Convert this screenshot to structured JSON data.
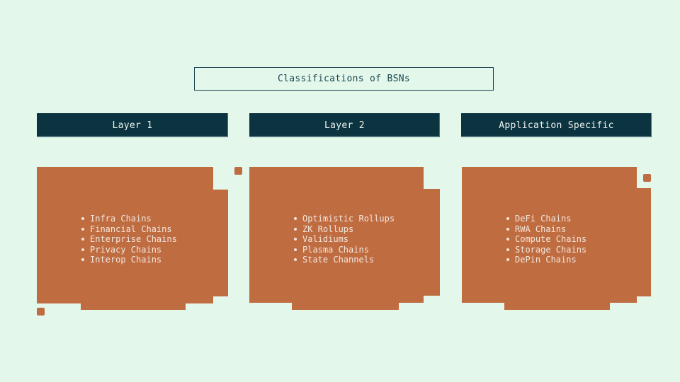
{
  "title": "Classifications of BSNs",
  "columns": [
    {
      "id": "layer-1",
      "header": "Layer 1",
      "items": [
        "Infra Chains",
        "Financial Chains",
        "Enterprise Chains",
        "Privacy Chains",
        "Interop Chains"
      ]
    },
    {
      "id": "layer-2",
      "header": "Layer 2",
      "items": [
        "Optimistic Rollups",
        "ZK Rollups",
        "Validiums",
        "Plasma Chains",
        "State Channels"
      ]
    },
    {
      "id": "application-specific",
      "header": "Application Specific",
      "items": [
        "DeFi Chains",
        "RWA Chains",
        "Compute Chains",
        "Storage Chains",
        "DePin Chains"
      ]
    }
  ],
  "colors": {
    "background": "#E3F7EA",
    "panel_fill": "#C06C41",
    "header_fill": "#0C3440",
    "header_text": "#EDF3F0",
    "title_text": "#1A4854",
    "title_border": "#123F4C",
    "list_text": "#F2E6DC"
  }
}
